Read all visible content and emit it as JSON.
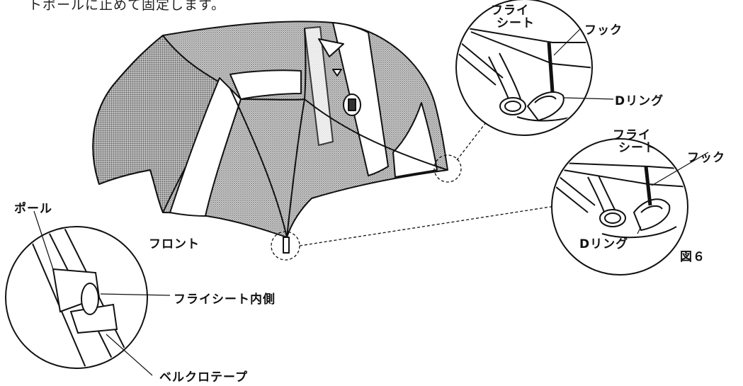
{
  "intro_text": "トポールに止めて固定します。",
  "labels": {
    "fly_sheet_top": [
      "フライ",
      "シート"
    ],
    "hook_top": "フック",
    "d_ring_top": "Dリング",
    "fly_sheet_bottom": [
      "フライ",
      "シート"
    ],
    "hook_bottom": "フック",
    "d_ring_bottom": "Dリング",
    "figure_no": "図６",
    "pole": "ポール",
    "front": "フロント",
    "fly_inner": "フライシート内側",
    "velcro": "ベルクロテープ"
  },
  "colors": {
    "stipple": "#9a9a9a",
    "line": "#111111"
  }
}
